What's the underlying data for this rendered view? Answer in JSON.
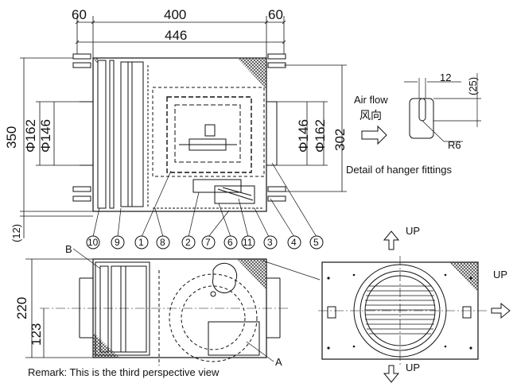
{
  "dimensions": {
    "top_left": "60",
    "top_mid": "400",
    "top_right": "60",
    "overall_width": "446",
    "height_350": "350",
    "height_302": "302",
    "dia_162_left": "Φ162",
    "dia_146_left": "Φ146",
    "dia_146_right": "Φ146",
    "dia_162_right": "Φ162",
    "bottom_12": "(12)",
    "side_220": "220",
    "side_123": "123"
  },
  "airflow": {
    "label_en": "Air flow",
    "label_cn": "风向"
  },
  "hanger_detail": {
    "dim_12": "12",
    "dim_25": "(25)",
    "radius": "R6",
    "caption": "Detail of hanger fittings"
  },
  "part_callouts": [
    "10",
    "9",
    "1",
    "8",
    "2",
    "7",
    "6",
    "11",
    "3",
    "4",
    "5"
  ],
  "letters": {
    "b": "B",
    "a": "A"
  },
  "up_labels": {
    "top": "UP",
    "right": "UP",
    "bottom": "UP"
  },
  "remark": "Remark: This is the third perspective view",
  "colors": {
    "line": "#111111",
    "hatch": "#333333",
    "background": "#ffffff"
  }
}
